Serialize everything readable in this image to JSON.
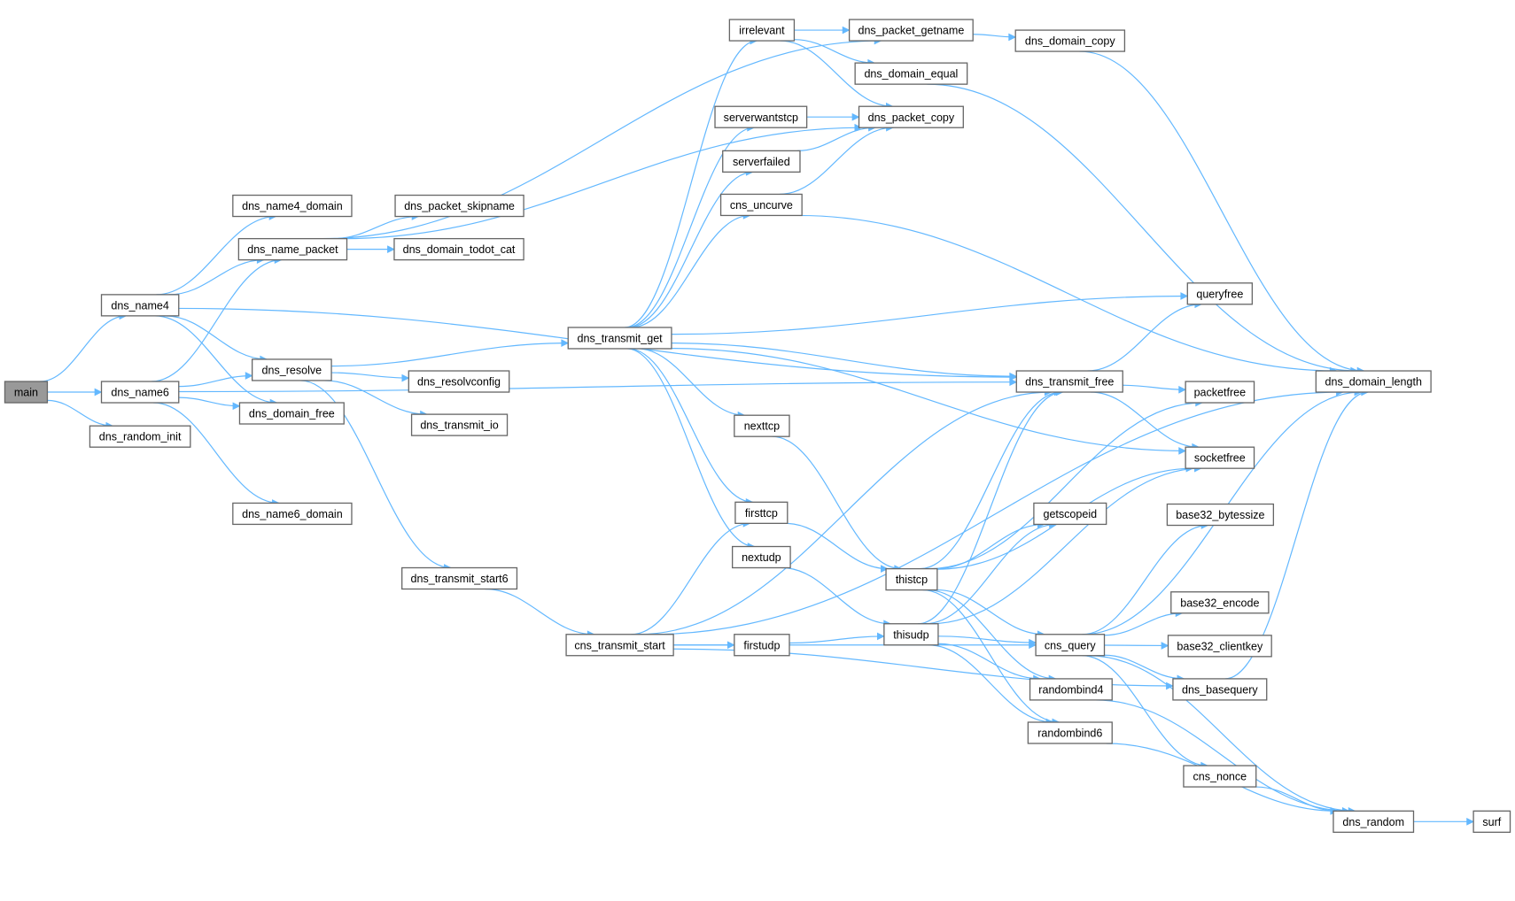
{
  "graph": {
    "root": "main",
    "colors": {
      "edge": "#63b8ff",
      "root_fill": "#999999",
      "node_border": "#666666"
    },
    "nodes": [
      "main",
      "dns_name4",
      "dns_name6",
      "dns_random_init",
      "dns_name4_domain",
      "dns_name_packet",
      "dns_resolve",
      "dns_domain_free",
      "dns_name6_domain",
      "dns_packet_skipname",
      "dns_domain_todot_cat",
      "dns_resolvconfig",
      "dns_transmit_io",
      "dns_transmit_start6",
      "dns_transmit_get",
      "cns_transmit_start",
      "irrelevant",
      "serverwantstcp",
      "serverfailed",
      "cns_uncurve",
      "nexttcp",
      "firsttcp",
      "nextudp",
      "firstudp",
      "dns_packet_getname",
      "dns_domain_equal",
      "dns_packet_copy",
      "dns_domain_copy",
      "thistcp",
      "thisudp",
      "dns_transmit_free",
      "getscopeid",
      "cns_query",
      "randombind4",
      "randombind6",
      "queryfree",
      "packetfree",
      "socketfree",
      "base32_bytessize",
      "base32_encode",
      "base32_clientkey",
      "dns_basequery",
      "cns_nonce",
      "dns_domain_length",
      "dns_random",
      "surf"
    ],
    "edges": [
      [
        "main",
        "dns_name4"
      ],
      [
        "main",
        "dns_name6"
      ],
      [
        "main",
        "dns_random_init"
      ],
      [
        "dns_name4",
        "dns_name4_domain"
      ],
      [
        "dns_name4",
        "dns_name_packet"
      ],
      [
        "dns_name4",
        "dns_resolve"
      ],
      [
        "dns_name4",
        "dns_domain_free"
      ],
      [
        "dns_name4",
        "dns_transmit_free"
      ],
      [
        "dns_name6",
        "dns_name_packet"
      ],
      [
        "dns_name6",
        "dns_resolve"
      ],
      [
        "dns_name6",
        "dns_domain_free"
      ],
      [
        "dns_name6",
        "dns_name6_domain"
      ],
      [
        "dns_name6",
        "dns_transmit_free"
      ],
      [
        "dns_name_packet",
        "dns_packet_getname"
      ],
      [
        "dns_name_packet",
        "dns_packet_copy"
      ],
      [
        "dns_name_packet",
        "dns_packet_skipname"
      ],
      [
        "dns_name_packet",
        "dns_domain_todot_cat"
      ],
      [
        "dns_resolve",
        "dns_transmit_get"
      ],
      [
        "dns_resolve",
        "dns_resolvconfig"
      ],
      [
        "dns_resolve",
        "dns_transmit_io"
      ],
      [
        "dns_resolve",
        "dns_transmit_start6"
      ],
      [
        "dns_transmit_start6",
        "cns_transmit_start"
      ],
      [
        "dns_transmit_get",
        "irrelevant"
      ],
      [
        "dns_transmit_get",
        "serverwantstcp"
      ],
      [
        "dns_transmit_get",
        "serverfailed"
      ],
      [
        "dns_transmit_get",
        "cns_uncurve"
      ],
      [
        "dns_transmit_get",
        "queryfree"
      ],
      [
        "dns_transmit_get",
        "socketfree"
      ],
      [
        "dns_transmit_get",
        "dns_transmit_free"
      ],
      [
        "dns_transmit_get",
        "nexttcp"
      ],
      [
        "dns_transmit_get",
        "firsttcp"
      ],
      [
        "dns_transmit_get",
        "nextudp"
      ],
      [
        "cns_transmit_start",
        "firsttcp"
      ],
      [
        "cns_transmit_start",
        "firstudp"
      ],
      [
        "cns_transmit_start",
        "dns_transmit_free"
      ],
      [
        "cns_transmit_start",
        "cns_query"
      ],
      [
        "cns_transmit_start",
        "dns_basequery"
      ],
      [
        "cns_transmit_start",
        "dns_domain_length"
      ],
      [
        "irrelevant",
        "dns_packet_getname"
      ],
      [
        "irrelevant",
        "dns_domain_equal"
      ],
      [
        "irrelevant",
        "dns_packet_copy"
      ],
      [
        "serverwantstcp",
        "dns_packet_copy"
      ],
      [
        "serverfailed",
        "dns_packet_copy"
      ],
      [
        "cns_uncurve",
        "dns_packet_copy"
      ],
      [
        "cns_uncurve",
        "dns_domain_length"
      ],
      [
        "dns_packet_getname",
        "dns_domain_copy"
      ],
      [
        "dns_domain_copy",
        "dns_domain_length"
      ],
      [
        "dns_domain_equal",
        "dns_domain_length"
      ],
      [
        "nexttcp",
        "thistcp"
      ],
      [
        "firsttcp",
        "thistcp"
      ],
      [
        "nextudp",
        "thisudp"
      ],
      [
        "firstudp",
        "thisudp"
      ],
      [
        "thistcp",
        "dns_transmit_free"
      ],
      [
        "thistcp",
        "packetfree"
      ],
      [
        "thistcp",
        "socketfree"
      ],
      [
        "thistcp",
        "getscopeid"
      ],
      [
        "thistcp",
        "cns_query"
      ],
      [
        "thistcp",
        "randombind4"
      ],
      [
        "thistcp",
        "randombind6"
      ],
      [
        "thisudp",
        "dns_transmit_free"
      ],
      [
        "thisudp",
        "getscopeid"
      ],
      [
        "thisudp",
        "socketfree"
      ],
      [
        "thisudp",
        "cns_query"
      ],
      [
        "thisudp",
        "randombind4"
      ],
      [
        "thisudp",
        "randombind6"
      ],
      [
        "dns_transmit_free",
        "queryfree"
      ],
      [
        "dns_transmit_free",
        "packetfree"
      ],
      [
        "dns_transmit_free",
        "socketfree"
      ],
      [
        "cns_query",
        "base32_bytessize"
      ],
      [
        "cns_query",
        "base32_encode"
      ],
      [
        "cns_query",
        "base32_clientkey"
      ],
      [
        "cns_query",
        "dns_basequery"
      ],
      [
        "cns_query",
        "cns_nonce"
      ],
      [
        "cns_query",
        "dns_random"
      ],
      [
        "cns_query",
        "dns_domain_length"
      ],
      [
        "randombind4",
        "dns_random"
      ],
      [
        "randombind6",
        "dns_random"
      ],
      [
        "cns_nonce",
        "dns_random"
      ],
      [
        "dns_basequery",
        "dns_domain_length"
      ],
      [
        "dns_random",
        "surf"
      ]
    ]
  }
}
